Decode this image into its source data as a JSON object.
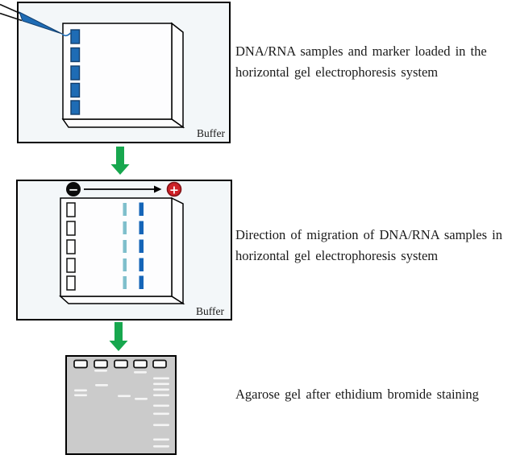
{
  "colors": {
    "page_bg": "#ffffff",
    "panel_bg": "#f3f7f9",
    "panel_border": "#000000",
    "slab_white": "#fdfdfe",
    "sample_blue": "#1e6cb5",
    "sample_blue_border": "#123f6e",
    "migrated_light_blue": "#7fbfcc",
    "migrated_dark_blue": "#1565b8",
    "arrow_green": "#17a74e",
    "electrode_negative": "#0b0b0b",
    "electrode_positive": "#ce2127",
    "electrode_positive_border": "#801317",
    "gel_gray": "#cbcbcb",
    "gel_band_white": "#f5f5f5",
    "text_color": "#1a1a1a"
  },
  "captions": {
    "step1": "DNA/RNA samples and marker loaded in the horizontal gel electrophoresis system",
    "step2": "Direction of migration of DNA/RNA samples in horizontal gel electrophoresis system",
    "step3": "Agarose gel after ethidium bromide staining"
  },
  "labels": {
    "buffer_top": "Buffer",
    "buffer_middle": "Buffer",
    "electrode_negative_symbol": "−",
    "electrode_positive_symbol": "+"
  },
  "icons": {
    "pipette": "pipette-tip-loading-sample",
    "flow_arrow": "green-down-block-arrow",
    "migration_arrow": "black-right-arrow-negative-to-positive"
  },
  "figure_facts": {
    "panel1_loaded_wells": 5,
    "panel2_wells": 5,
    "panel2_migrated_dash_rows": 5,
    "panel3_lanes": 5,
    "panel3_marker_ladder_bands": 9
  }
}
